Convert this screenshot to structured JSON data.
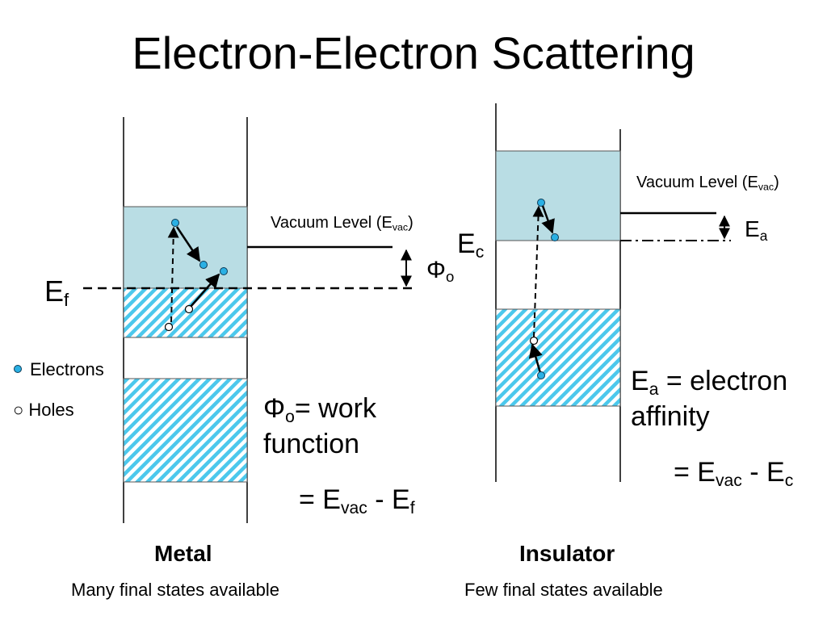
{
  "title": "Electron-Electron Scattering",
  "metal": {
    "vacuum_level": {
      "text": "Vacuum Level (E",
      "sub": "vac",
      "close": ")"
    },
    "fermi": {
      "symbol": "E",
      "sub": "f"
    },
    "phi": {
      "symbol": "Φ",
      "sub": "o"
    },
    "legend": {
      "electrons": "Electrons",
      "holes": "Holes",
      "hole_glyph": "○"
    },
    "work_function": {
      "symbol": "Φ",
      "sub": "o",
      "text": "= work",
      "line2": "function",
      "eq_prefix": "= E",
      "eq_sub1": "vac",
      "eq_mid": " - E",
      "eq_sub2": "f"
    },
    "label": "Metal",
    "caption": "Many final states available"
  },
  "insulator": {
    "ec": {
      "symbol": "E",
      "sub": "c"
    },
    "vacuum_level": {
      "text": "Vacuum Level (E",
      "sub": "vac",
      "close": ")"
    },
    "ea": {
      "symbol": "E",
      "sub": "a"
    },
    "affinity": {
      "symbol": "E",
      "sub": "a",
      "text": " = electron",
      "line2": "affinity",
      "eq_prefix": "= E",
      "eq_sub1": "vac",
      "eq_mid": " - E",
      "eq_sub2": "c"
    },
    "label": "Insulator",
    "caption": "Few final states available"
  },
  "colors": {
    "band": "#b9dde4",
    "hatch": "#4cc8ec",
    "electron": "#2ab0e4",
    "line": "#000000"
  },
  "icons": {
    "electron": "filled-circle",
    "hole": "open-circle"
  }
}
